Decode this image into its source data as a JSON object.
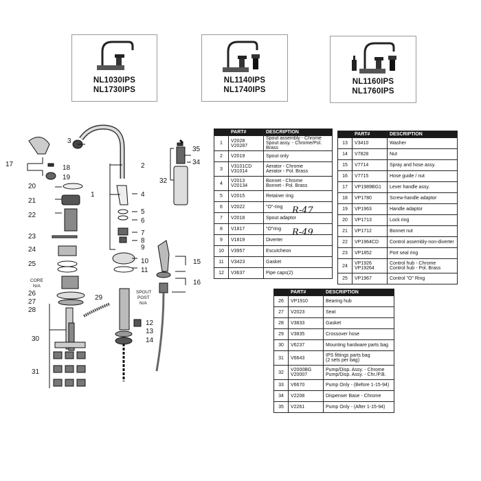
{
  "models": [
    {
      "lines": [
        "NL1030IPS",
        "NL1730IPS"
      ]
    },
    {
      "lines": [
        "NL1140IPS",
        "NL1740IPS"
      ]
    },
    {
      "lines": [
        "NL1160IPS",
        "NL1760IPS"
      ]
    }
  ],
  "table_headers": {
    "part": "PART#",
    "description": "DESCRIPTION"
  },
  "table1": [
    {
      "num": "1",
      "parts": [
        "V2028",
        "V20287"
      ],
      "desc": [
        "Spout assembly - Chrome",
        "Spout assy. - Chrome/Pol. Brass"
      ]
    },
    {
      "num": "2",
      "parts": [
        "V2019"
      ],
      "desc": [
        "Spout only"
      ]
    },
    {
      "num": "3",
      "parts": [
        "V3101CD",
        "V31014"
      ],
      "desc": [
        "Aerator - Chrome",
        "Aerator - Pol. Brass"
      ]
    },
    {
      "num": "4",
      "parts": [
        "V2013",
        "V20134"
      ],
      "desc": [
        "Bonnet - Chrome",
        "Bonnet - Pol. Brass"
      ]
    },
    {
      "num": "5",
      "parts": [
        "V2015"
      ],
      "desc": [
        "Retainer ring"
      ]
    },
    {
      "num": "6",
      "parts": [
        "V2022"
      ],
      "desc": [
        "\"O\"-ring"
      ]
    },
    {
      "num": "7",
      "parts": [
        "V2018"
      ],
      "desc": [
        "Spout adaptor"
      ]
    },
    {
      "num": "8",
      "parts": [
        "V1817"
      ],
      "desc": [
        "\"O\"ring"
      ]
    },
    {
      "num": "9",
      "parts": [
        "V1819"
      ],
      "desc": [
        "Diverter"
      ]
    },
    {
      "num": "10",
      "parts": [
        "V3957"
      ],
      "desc": [
        "Escutcheon"
      ]
    },
    {
      "num": "11",
      "parts": [
        "V3423"
      ],
      "desc": [
        "Gasket"
      ]
    },
    {
      "num": "12",
      "parts": [
        "V3637"
      ],
      "desc": [
        "Pipe caps(2)"
      ]
    }
  ],
  "table2": [
    {
      "num": "13",
      "parts": [
        "V3410"
      ],
      "desc": [
        "Washer"
      ]
    },
    {
      "num": "14",
      "parts": [
        "V7828"
      ],
      "desc": [
        "Nut"
      ]
    },
    {
      "num": "15",
      "parts": [
        "V7714"
      ],
      "desc": [
        "Spray and hose assy."
      ]
    },
    {
      "num": "16",
      "parts": [
        "V7715"
      ],
      "desc": [
        "Hose guide / nut"
      ]
    },
    {
      "num": "17",
      "parts": [
        "VP1989BG1"
      ],
      "desc": [
        "Lever handle assy."
      ]
    },
    {
      "num": "18",
      "parts": [
        "VP1780"
      ],
      "desc": [
        "Screw-handle adaptor"
      ]
    },
    {
      "num": "19",
      "parts": [
        "VP1963"
      ],
      "desc": [
        "Handle adaptor"
      ]
    },
    {
      "num": "20",
      "parts": [
        "VP1713"
      ],
      "desc": [
        "Lock ring"
      ]
    },
    {
      "num": "21",
      "parts": [
        "VP1712"
      ],
      "desc": [
        "Bonnet nut"
      ]
    },
    {
      "num": "22",
      "parts": [
        "VP1964CD"
      ],
      "desc": [
        "Control assembly-non-diverter"
      ]
    },
    {
      "num": "23",
      "parts": [
        "VP1852"
      ],
      "desc": [
        "Port seal ring"
      ]
    },
    {
      "num": "24",
      "parts": [
        "VP1926",
        "VP19264"
      ],
      "desc": [
        "Control hub - Chrome",
        "Control hub - Pol. Brass"
      ]
    },
    {
      "num": "25",
      "parts": [
        "VP1967"
      ],
      "desc": [
        "Control \"O\" Ring"
      ]
    }
  ],
  "table3": [
    {
      "num": "26",
      "parts": [
        "VP1910"
      ],
      "desc": [
        "Bearing hub"
      ]
    },
    {
      "num": "27",
      "parts": [
        "V2023"
      ],
      "desc": [
        "Seat"
      ]
    },
    {
      "num": "28",
      "parts": [
        "V3833"
      ],
      "desc": [
        "Gasket"
      ]
    },
    {
      "num": "29",
      "parts": [
        "V3835"
      ],
      "desc": [
        "Crossover hose"
      ]
    },
    {
      "num": "30",
      "parts": [
        "V6237"
      ],
      "desc": [
        "Mounting hardware parts bag"
      ]
    },
    {
      "num": "31",
      "parts": [
        "V6643"
      ],
      "desc": [
        "IPS fittings parts bag",
        "(2 sets per bag)"
      ]
    },
    {
      "num": "32",
      "parts": [
        "V2000BG",
        "V20007"
      ],
      "desc": [
        "Pump/Disp. Assy. - Chrome",
        "Pump/Disp. Assy. - Chr./P.B."
      ]
    },
    {
      "num": "33",
      "parts": [
        "V6670"
      ],
      "desc": [
        "Pump Only - (Before 1-15-94)"
      ]
    },
    {
      "num": "34",
      "parts": [
        "V2208"
      ],
      "desc": [
        "Dispenser Base - Chrome"
      ]
    },
    {
      "num": "35",
      "parts": [
        "V2261"
      ],
      "desc": [
        "Pump Only - (After 1-15-94)"
      ]
    }
  ],
  "handwritten_notes": [
    "R-47",
    "R-49"
  ],
  "diagram_labels": {
    "callouts": [
      "1",
      "2",
      "3",
      "4",
      "5",
      "6",
      "7",
      "8",
      "9",
      "10",
      "11",
      "12",
      "13",
      "14",
      "15",
      "16",
      "17",
      "18",
      "19",
      "20",
      "21",
      "22",
      "23",
      "24",
      "25",
      "26",
      "27",
      "28",
      "29",
      "30",
      "31",
      "32",
      "34",
      "35"
    ],
    "core": [
      "CORE",
      "N/A"
    ],
    "spout_post": [
      "SPOUT",
      "POST",
      "N/A"
    ]
  },
  "icons": [
    "faucet-single-handle",
    "faucet-with-sprayer",
    "faucet-with-sprayer-and-dispenser"
  ]
}
